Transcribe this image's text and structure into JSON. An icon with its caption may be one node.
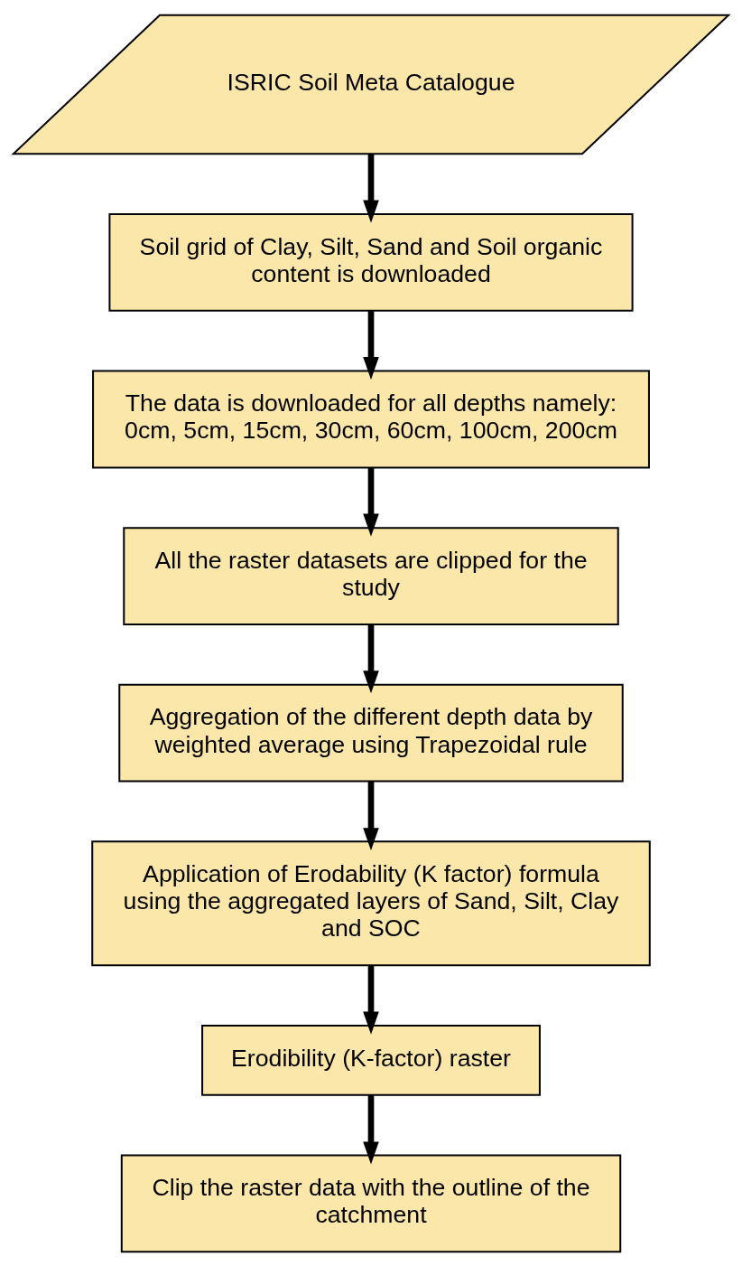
{
  "diagram": {
    "nodes": [
      {
        "text": [
          "ISRIC Soil Meta Catalogue"
        ]
      },
      {
        "text": [
          "Soil grid of Clay, Silt, Sand and Soil organic content is downloaded"
        ]
      },
      {
        "text": [
          "The data is downloaded for all depths namely: 0cm, 5cm, 15cm, 30cm, 60cm, 100cm, 200cm"
        ]
      },
      {
        "text": [
          "All the raster datasets are clipped for the study"
        ]
      },
      {
        "text": [
          "Aggregation of the different depth data by weighted average using Trapezoidal rule"
        ]
      },
      {
        "text": [
          "Application of Erodability (K factor) formula using the aggregated layers of Sand, Silt, Clay and SOC"
        ]
      },
      {
        "text": [
          "Erodibility (K-factor) raster"
        ]
      },
      {
        "text": [
          "Clip the raster data with the outline of the catchment"
        ]
      }
    ],
    "edges": [
      {
        "from": 0,
        "to": 1,
        "arrow": "to"
      },
      {
        "from": 1,
        "to": 2,
        "arrow": "to"
      },
      {
        "from": 2,
        "to": 3,
        "arrow": "to"
      },
      {
        "from": 3,
        "to": 4,
        "arrow": "to"
      },
      {
        "from": 4,
        "to": 5,
        "arrow": "to"
      },
      {
        "from": 5,
        "to": 6,
        "arrow": "to"
      },
      {
        "from": 6,
        "to": 7,
        "arrow": "to"
      }
    ]
  }
}
